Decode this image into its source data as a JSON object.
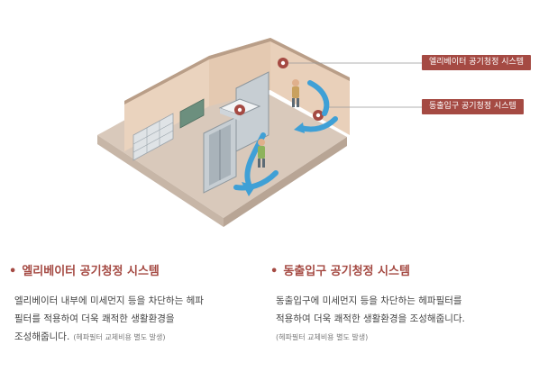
{
  "colors": {
    "accent": "#a54a43",
    "airflow": "#3fa0d6",
    "wall": "#ead3be",
    "floor": "#d9c9bb",
    "floor_shadow": "#c7b6a7"
  },
  "callouts": {
    "elevator": "엘리베이터 공기청정 시스템",
    "entrance": "동출입구 공기청정 시스템"
  },
  "features": [
    {
      "bullet": "•",
      "title": "엘리베이터 공기청정 시스템",
      "lines": [
        "엘리베이터 내부에 미세먼지 등을 차단하는 헤파",
        "필터를 적용하여 더욱 쾌적한 생활환경을"
      ],
      "last_line": "조성해줍니다.",
      "note": "(헤파필터 교체비용 별도 발생)"
    },
    {
      "bullet": "•",
      "title": "동출입구 공기청정 시스템",
      "lines": [
        "동출입구에 미세먼지 등을 차단하는 헤파필터를",
        "적용하여 더욱 쾌적한 생활환경을 조성해줍니다."
      ],
      "last_line": "",
      "note": "(헤파필터 교체비용 별도 발생)"
    }
  ]
}
